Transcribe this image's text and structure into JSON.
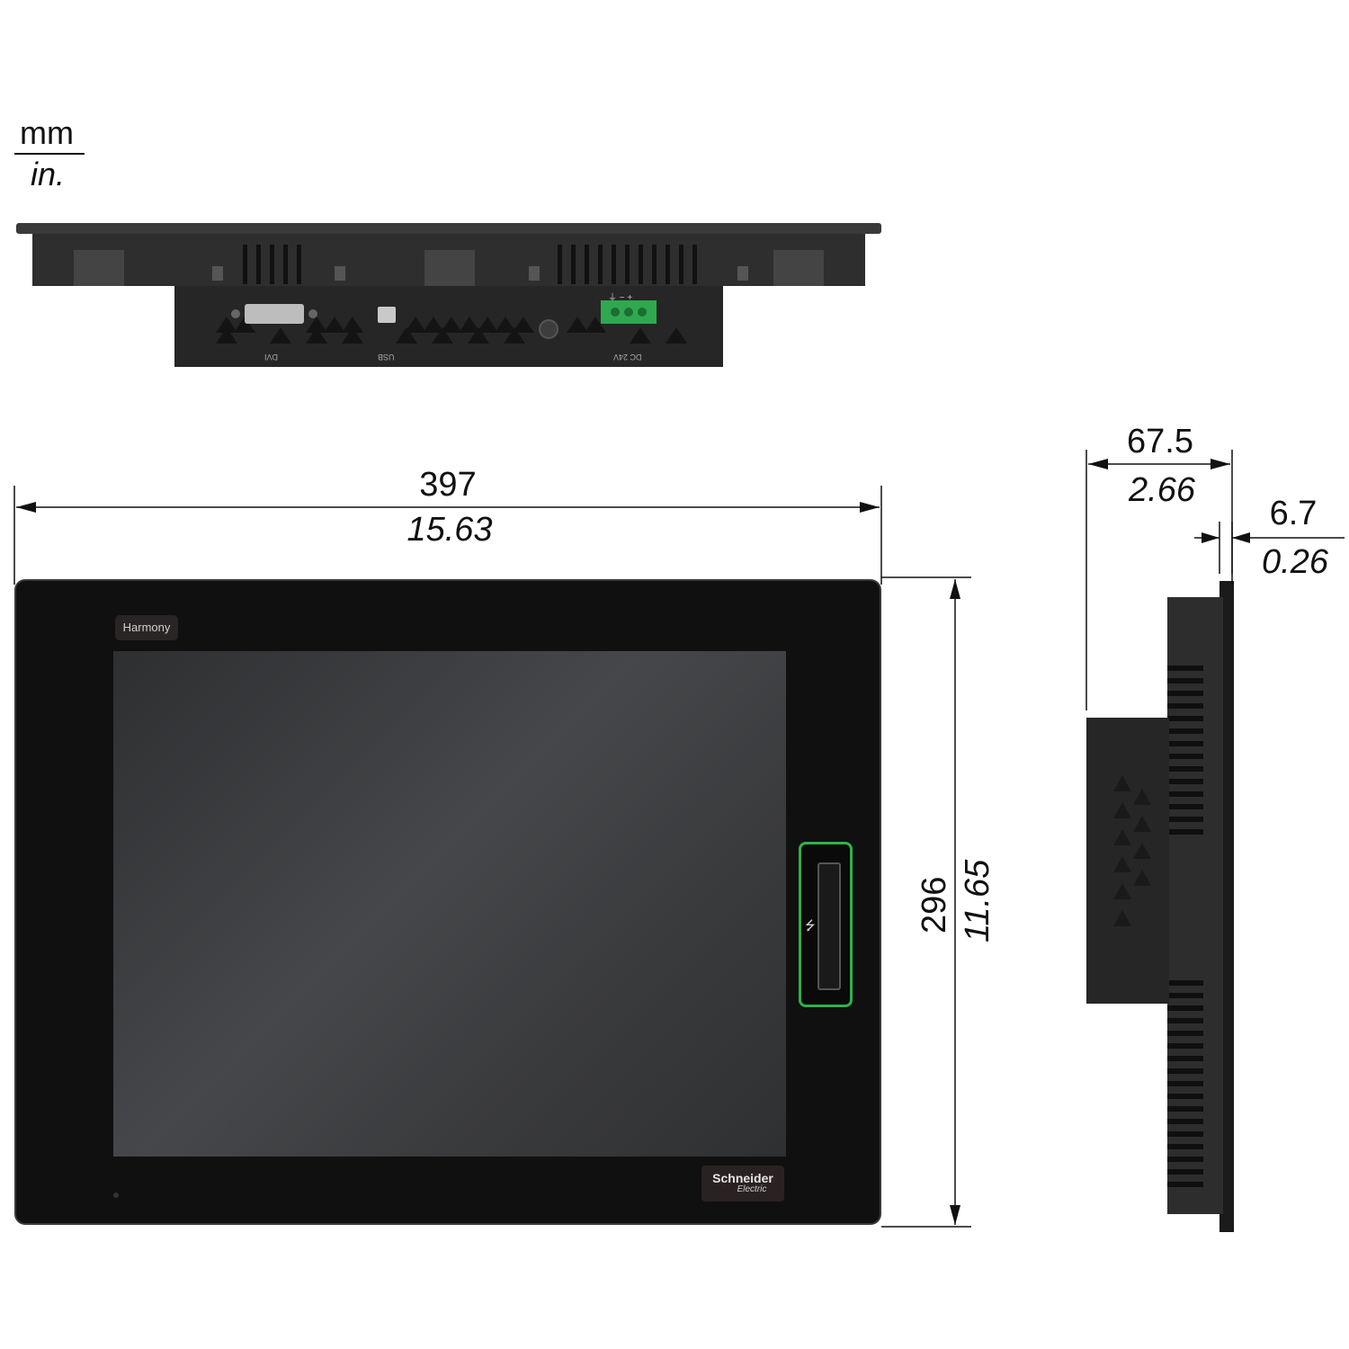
{
  "units": {
    "metric": "mm",
    "imperial": "in."
  },
  "dimensions": {
    "width": {
      "mm": "397",
      "in": "15.63"
    },
    "height": {
      "mm": "296",
      "in": "11.65"
    },
    "depth": {
      "mm": "67.5",
      "in": "2.66"
    },
    "bezel": {
      "mm": "6.7",
      "in": "0.26"
    }
  },
  "top_view": {
    "port_labels": {
      "dvi": "DVI",
      "usb": "USB",
      "power": "DC 24V",
      "terminal": "⏚ − +"
    }
  },
  "front_view": {
    "brand_badge": "Harmony",
    "logo_text": "Schneider",
    "logo_subtext": "Electric",
    "usb_symbol": "⭍"
  },
  "colors": {
    "device_body": "#2b2b2b",
    "bezel": "#0f0f0f",
    "screen": "#3a3b3d",
    "usb_accent": "#2db34a",
    "terminal_green": "#2fa84f"
  }
}
